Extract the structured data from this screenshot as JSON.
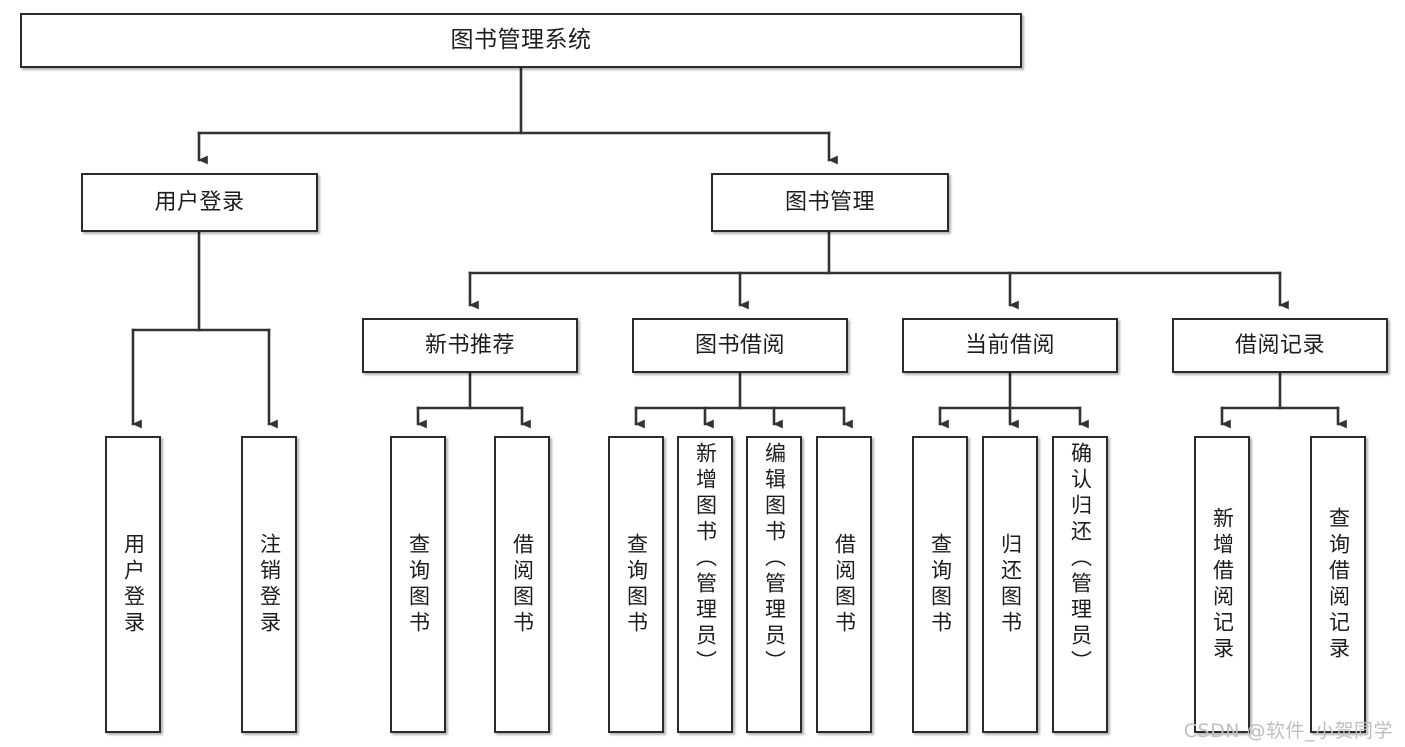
{
  "diagram": {
    "type": "tree-hierarchy",
    "title": "图书管理系统",
    "colors": {
      "background": "#ffffff",
      "box_fill": "#ffffff",
      "box_stroke": "#2b2b2b",
      "connector": "#333333",
      "text": "#1d1d1d",
      "watermark": "#bfbfbf"
    },
    "root": {
      "label": "图书管理系统"
    },
    "level2": [
      {
        "id": "user-login",
        "label": "用户登录"
      },
      {
        "id": "book-manage",
        "label": "图书管理"
      }
    ],
    "level3": [
      {
        "id": "new-book-recommend",
        "label": "新书推荐"
      },
      {
        "id": "book-borrow",
        "label": "图书借阅"
      },
      {
        "id": "current-borrow",
        "label": "当前借阅"
      },
      {
        "id": "borrow-record",
        "label": "借阅记录"
      }
    ],
    "leaves": [
      {
        "id": "leaf-user-login",
        "label": "用户登录",
        "parent": "user-login"
      },
      {
        "id": "leaf-user-logout",
        "label": "注销登录",
        "parent": "user-login"
      },
      {
        "id": "leaf-query-book-1",
        "label": "查询图书",
        "parent": "new-book-recommend"
      },
      {
        "id": "leaf-borrow-book-1",
        "label": "借阅图书",
        "parent": "new-book-recommend"
      },
      {
        "id": "leaf-query-book-2",
        "label": "查询图书",
        "parent": "book-borrow"
      },
      {
        "id": "leaf-add-book",
        "label": "新增图书（管理员）",
        "parent": "book-borrow"
      },
      {
        "id": "leaf-edit-book",
        "label": "编辑图书（管理员）",
        "parent": "book-borrow"
      },
      {
        "id": "leaf-borrow-book-2",
        "label": "借阅图书",
        "parent": "book-borrow"
      },
      {
        "id": "leaf-query-book-3",
        "label": "查询图书",
        "parent": "current-borrow"
      },
      {
        "id": "leaf-return-book",
        "label": "归还图书",
        "parent": "current-borrow"
      },
      {
        "id": "leaf-confirm-return",
        "label": "确认归还（管理员）",
        "parent": "current-borrow"
      },
      {
        "id": "leaf-add-record",
        "label": "新增借阅记录",
        "parent": "borrow-record"
      },
      {
        "id": "leaf-query-record",
        "label": "查询借阅记录",
        "parent": "borrow-record"
      }
    ]
  },
  "watermark": {
    "text": "CSDN @软件_小贺同学"
  }
}
